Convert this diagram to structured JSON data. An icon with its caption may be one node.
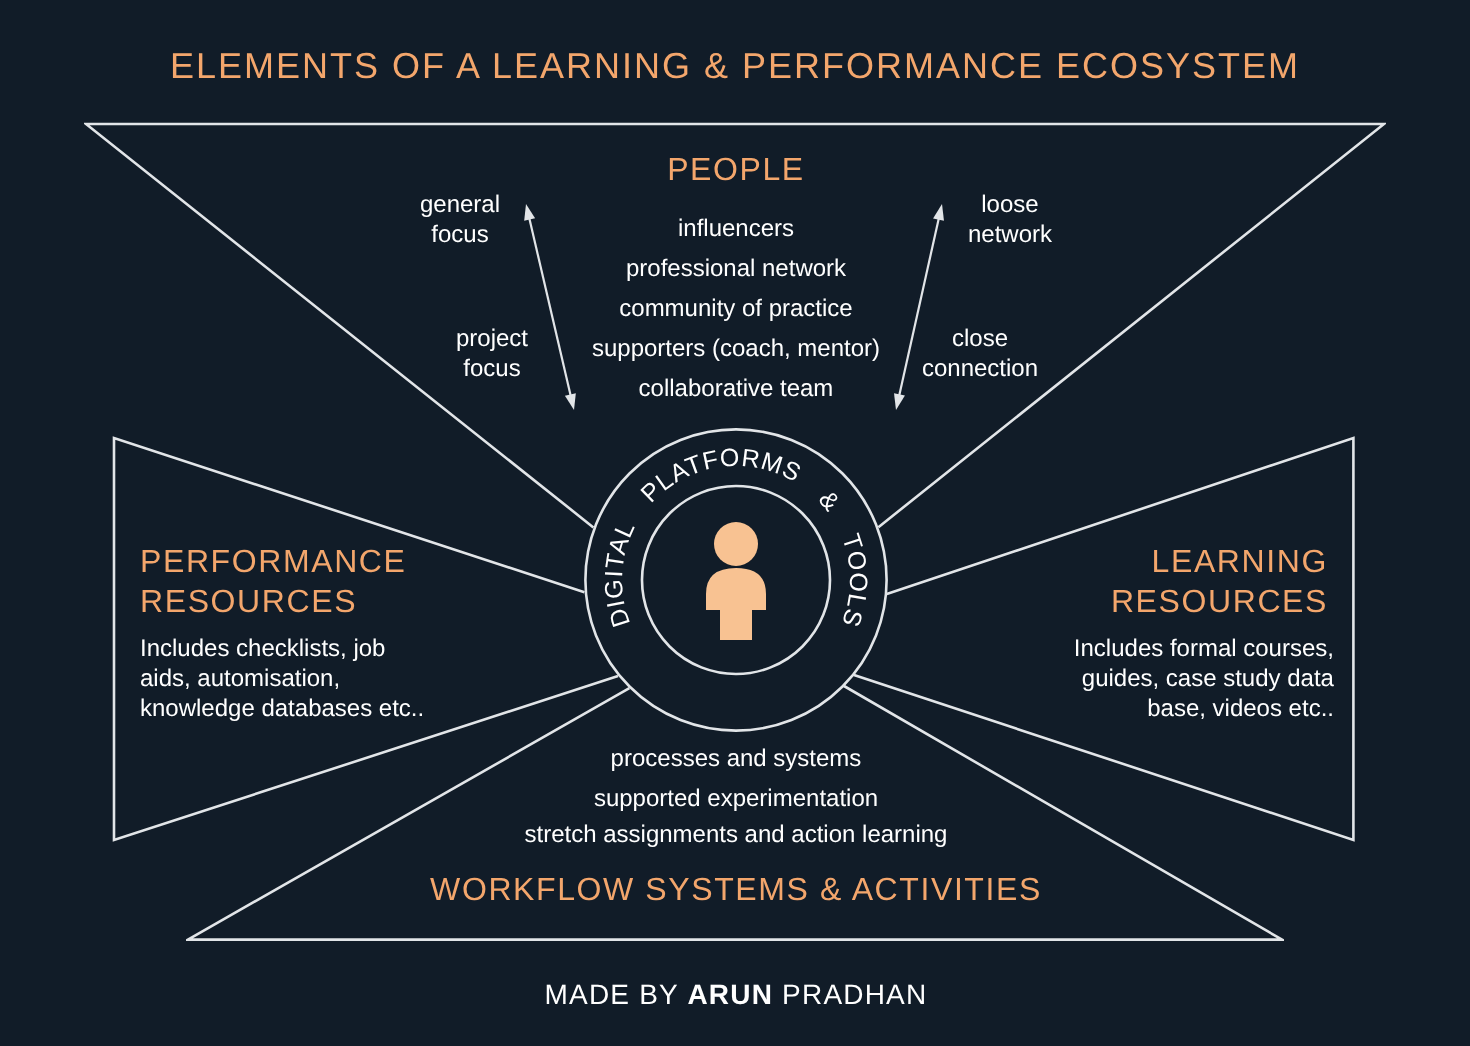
{
  "diagram": {
    "title": "ELEMENTS OF A LEARNING & PERFORMANCE ECOSYSTEM",
    "nodes": [
      {
        "text": [
          "PEOPLE",
          "influencers",
          "professional network",
          "community of practice",
          "supporters (coach, mentor)",
          "collaborative team"
        ]
      },
      {
        "text": [
          "PERFORMANCE RESOURCES",
          "Includes checklists, job aids, automisation, knowledge databases etc.."
        ]
      },
      {
        "text": [
          "DIGITAL PLATFORMS & TOOLS"
        ]
      },
      {
        "text": [
          "LEARNING RESOURCES",
          "Includes formal courses, guides, case study data base, videos etc.."
        ]
      },
      {
        "text": [
          "processes and systems",
          "supported experimentation",
          "stretch assignments and action learning",
          "WORKFLOW SYSTEMS & ACTIVITIES"
        ]
      }
    ],
    "labels": [
      "general focus",
      "loose network",
      "project focus",
      "close connection",
      "MADE BY **ARUN** PRADHAN"
    ]
  }
}
